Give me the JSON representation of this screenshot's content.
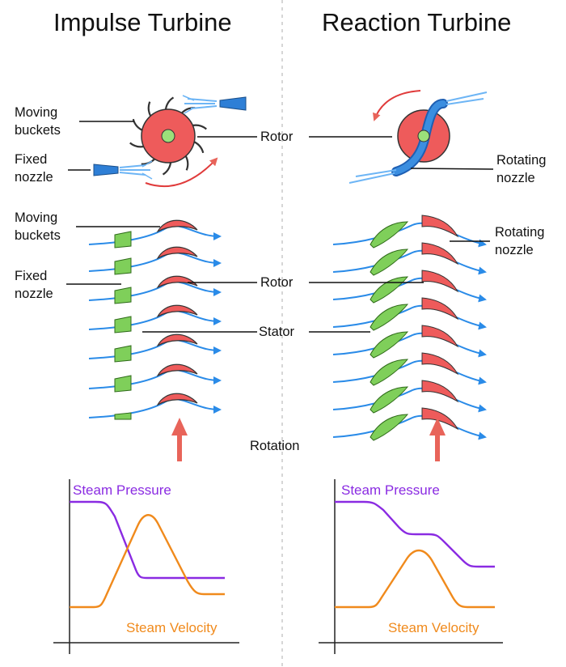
{
  "titles": {
    "impulse": "Impulse Turbine",
    "reaction": "Reaction Turbine"
  },
  "labels": {
    "moving_buckets_top": [
      "Moving",
      "buckets"
    ],
    "fixed_nozzle_top": [
      "Fixed",
      "nozzle"
    ],
    "rotor_top": "Rotor",
    "rotating_nozzle_top": [
      "Rotating",
      "nozzle"
    ],
    "moving_buckets_mid": [
      "Moving",
      "buckets"
    ],
    "fixed_nozzle_mid": [
      "Fixed",
      "nozzle"
    ],
    "rotor_mid": "Rotor",
    "stator": "Stator",
    "rotating_nozzle_mid": [
      "Rotating",
      "nozzle"
    ],
    "rotation": "Rotation"
  },
  "graphs": {
    "impulse": {
      "pressure_label": "Steam Pressure",
      "velocity_label": "Steam Velocity"
    },
    "reaction": {
      "pressure_label": "Steam Pressure",
      "velocity_label": "Steam Velocity"
    }
  },
  "colors": {
    "rotor_red": "#ee5b5b",
    "nozzle_blue": "#2e7fd6",
    "flow_blue": "#2a8be8",
    "stator_green": "#7fcf5a",
    "pressure_purple": "#8a2be2",
    "velocity_orange": "#f08a1c",
    "arrow_red": "#e8645a"
  }
}
